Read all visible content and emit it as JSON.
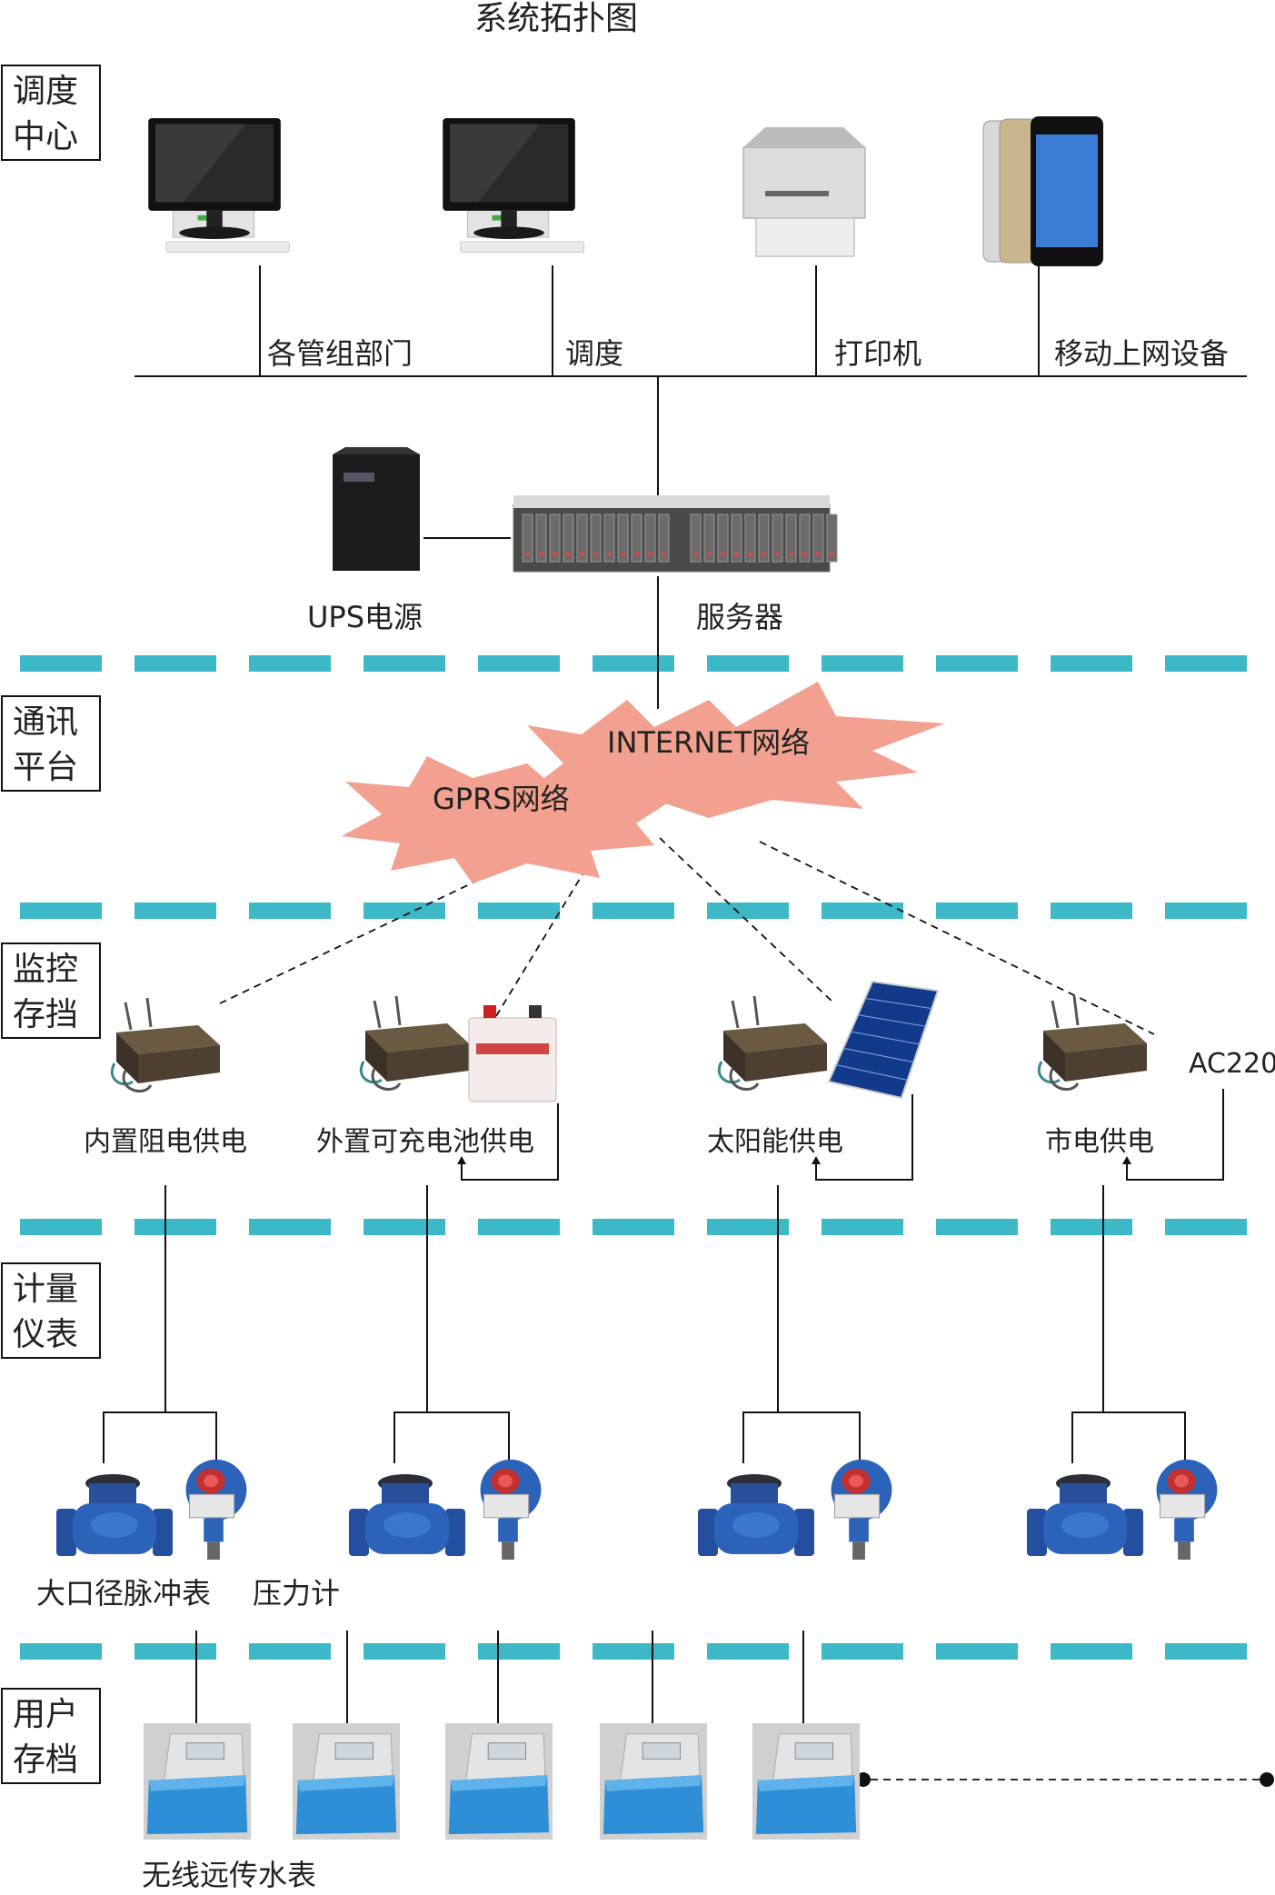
{
  "title": "系统拓扑图",
  "zones": [
    {
      "l1": "调度",
      "l2": "中心"
    },
    {
      "l1": "通讯",
      "l2": "平台"
    },
    {
      "l1": "监控",
      "l2": "存挡"
    },
    {
      "l1": "计量",
      "l2": "仪表"
    },
    {
      "l1": "用户",
      "l2": "存档"
    }
  ],
  "dispatch": {
    "devices": [
      "各管组部门",
      "调度",
      "打印机",
      "移动上网设备"
    ],
    "ups_label": "UPS电源",
    "server_label": "服务器"
  },
  "network": {
    "internet": "INTERNET网络",
    "gprs": "GPRS网络"
  },
  "monitor": {
    "units": [
      "内置阻电供电",
      "外置可充电池供电",
      "太阳能供电",
      "市电供电"
    ],
    "ac_label": "AC220"
  },
  "meters": {
    "big_meter": "大口径脉冲表",
    "pressure": "压力计"
  },
  "users": {
    "label": "无线远传水表"
  },
  "colors": {
    "dash": "#3db8c6",
    "burst": "#f2a08f",
    "meter_blue": "#2c63b8",
    "card_blue": "#2f8fd6"
  }
}
